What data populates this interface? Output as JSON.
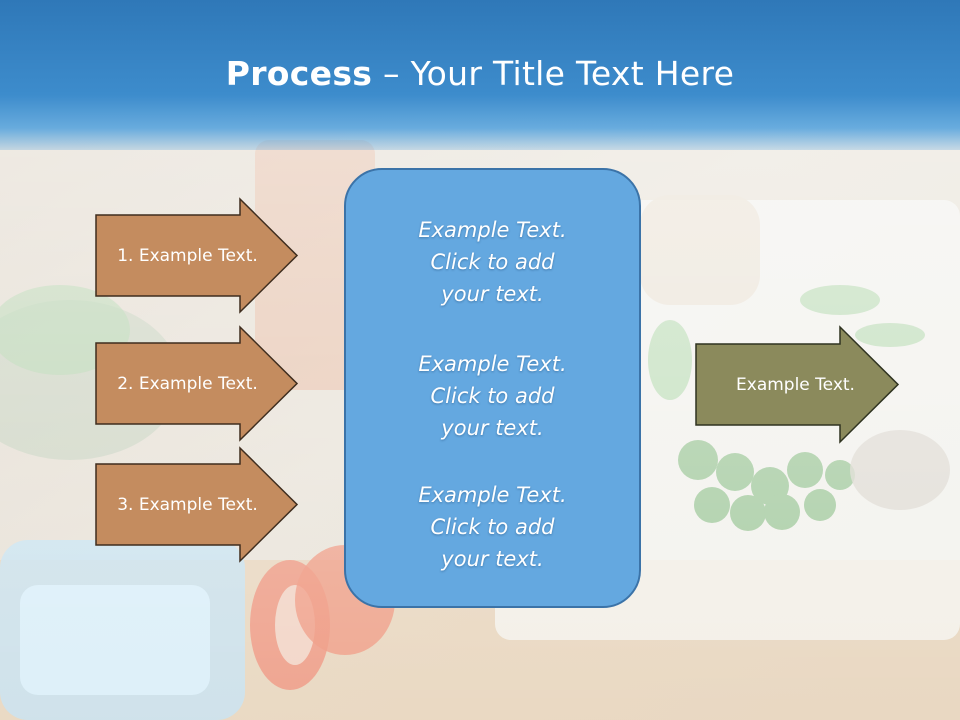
{
  "slide": {
    "title_bold": "Process",
    "title_rest": " – Your Title Text Here"
  },
  "input_arrows": [
    {
      "label": "1. Example Text."
    },
    {
      "label": "2. Example Text."
    },
    {
      "label": "3. Example Text."
    }
  ],
  "center_box": {
    "paragraphs": [
      {
        "lines": [
          "Example Text.",
          "Click  to add",
          "your text."
        ]
      },
      {
        "lines": [
          "Example Text.",
          "Click  to add",
          "your text."
        ]
      },
      {
        "lines": [
          "Example Text.",
          "Click  to add",
          "your text."
        ]
      }
    ]
  },
  "output_arrow": {
    "label": "Example Text."
  },
  "colors": {
    "input_arrow_fill": "#c48c5f",
    "input_arrow_stroke": "#3f2d1e",
    "center_box_fill": "#64a8e0",
    "center_box_stroke": "#3b73a8",
    "output_arrow_fill": "#8b8a5c",
    "output_arrow_stroke": "#2f3320",
    "title_band": "#3d8ccc"
  }
}
